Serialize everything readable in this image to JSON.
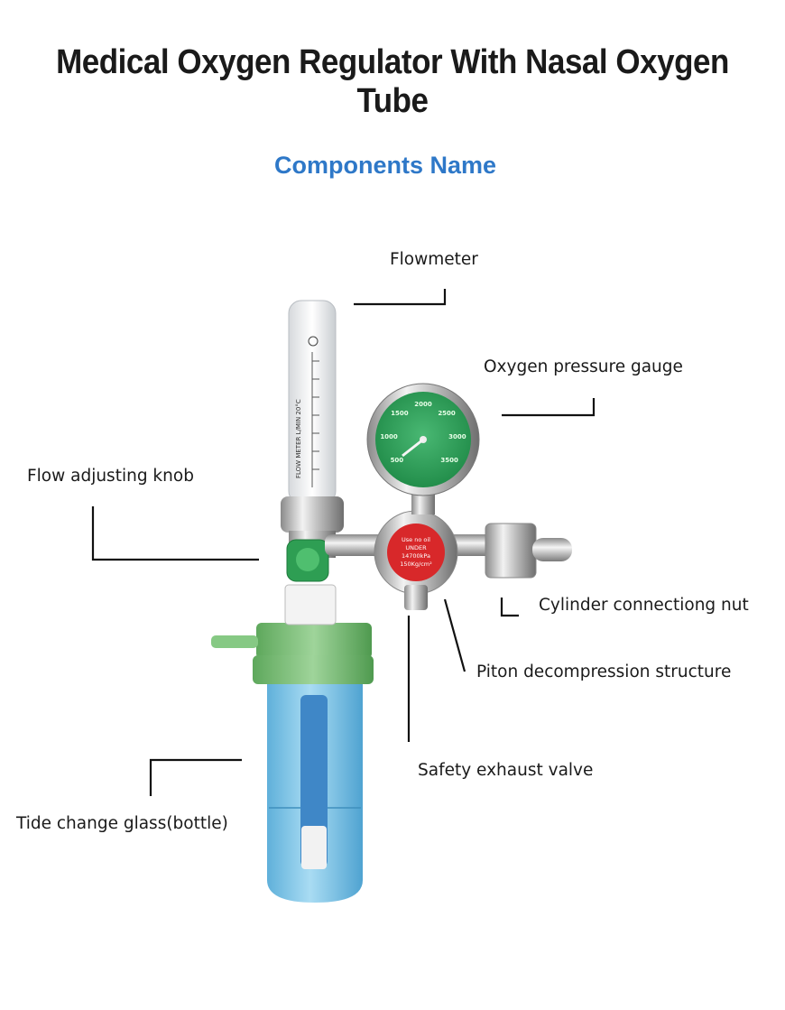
{
  "title": "Medical Oxygen Regulator With Nasal Oxygen Tube",
  "subtitle": "Components Name",
  "colors": {
    "subtitle": "#2e78c8",
    "gauge_face": "#2f9e5a",
    "bottle_cap": "#7dc07a",
    "bottle_body": "#7cc4e6",
    "warning_label": "#d8282a"
  },
  "labels": {
    "flowmeter": "Flowmeter",
    "pressure_gauge": "Oxygen pressure gauge",
    "flow_knob": "Flow adjusting knob",
    "cylinder_nut": "Cylinder connectiong nut",
    "piton": "Piton decompression structure",
    "safety_valve": "Safety exhaust valve",
    "bottle": "Tide change glass(bottle)"
  },
  "product_markings": {
    "gauge_numbers": [
      "500",
      "1000",
      "1500",
      "2000",
      "2500",
      "3000",
      "3500"
    ],
    "warning_text": [
      "Use no oil",
      "UNDER",
      "14700kPa",
      "150Kg/cm²"
    ],
    "flowmeter_scale": "FLOW METER L/MIN 20°C"
  }
}
